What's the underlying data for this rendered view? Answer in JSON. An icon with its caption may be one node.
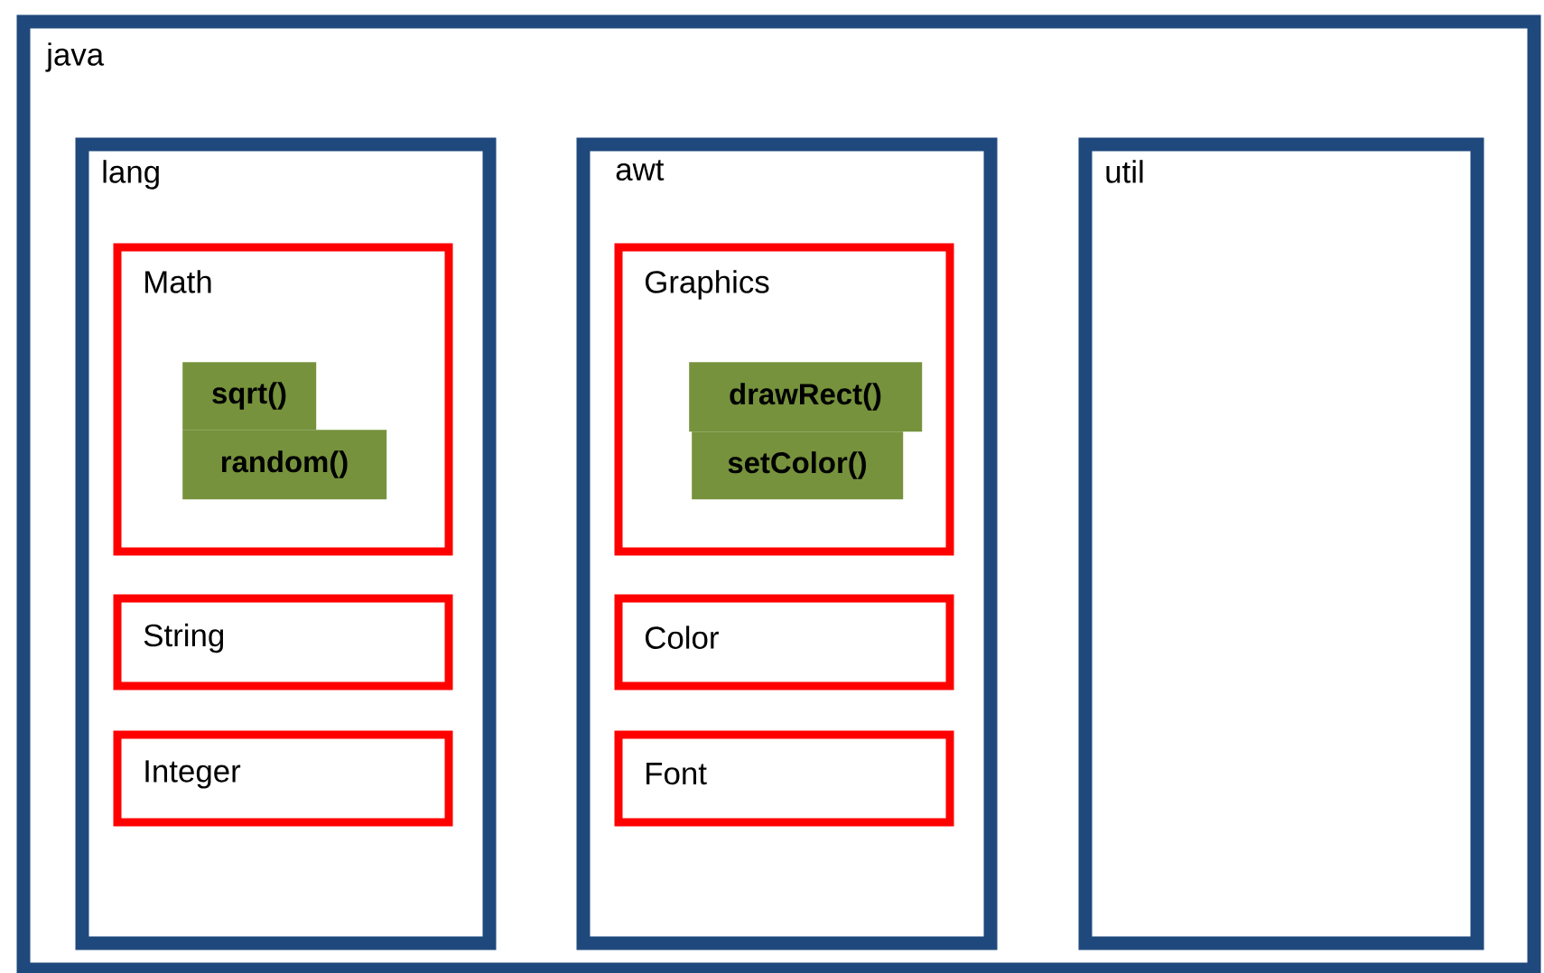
{
  "diagram": {
    "nodes": [
      {
        "text": [
          "java"
        ]
      },
      {
        "text": [
          "lang"
        ],
        "in": 0
      },
      {
        "text": [
          "Math"
        ],
        "in": 1
      },
      {
        "text": [
          "sqrt()"
        ],
        "in": 2
      },
      {
        "text": [
          "random()"
        ],
        "in": 2
      },
      {
        "text": [
          "String"
        ],
        "in": 1
      },
      {
        "text": [
          "Integer"
        ],
        "in": 1
      },
      {
        "text": [
          "awt"
        ],
        "in": 0
      },
      {
        "text": [
          "Graphics"
        ],
        "in": 7
      },
      {
        "text": [
          "drawRect()"
        ],
        "in": 8
      },
      {
        "text": [
          "setColor()"
        ],
        "in": 8
      },
      {
        "text": [
          "Color"
        ],
        "in": 7
      },
      {
        "text": [
          "Font"
        ],
        "in": 7
      },
      {
        "text": [
          "util"
        ],
        "in": 0
      }
    ]
  }
}
